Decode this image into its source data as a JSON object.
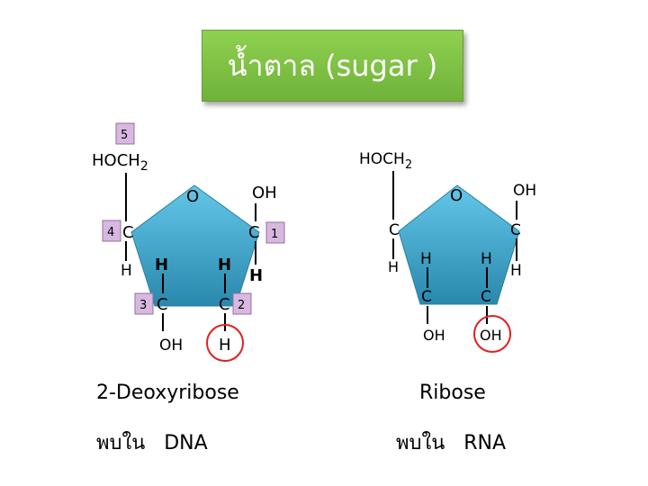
{
  "title": "น้ำตาล (sugar )",
  "deoxyribose": {
    "hoch2": "HOCH",
    "sub2": "2",
    "ring_o": "O",
    "c1": "C",
    "c2": "C",
    "c3": "C",
    "c4": "C",
    "oh_c1": "OH",
    "h_c1": "H",
    "h_c4": "H",
    "h_c3_top": "H",
    "h_c2_top": "H",
    "oh_c3": "OH",
    "h_c2_bottom": "H",
    "num5": "5",
    "num4": "4",
    "num1": "1",
    "num3": "3",
    "num2": "2",
    "name": "2-Deoxyribose",
    "found_in": "พบใน",
    "nucleic": "DNA"
  },
  "ribose": {
    "hoch2": "HOCH",
    "sub2": "2",
    "ring_o": "O",
    "c1": "C",
    "c2": "C",
    "c3": "C",
    "c4": "C",
    "oh_c1": "OH",
    "h_c1": "H",
    "h_c4": "H",
    "h_c3_top": "H",
    "h_c2_top": "H",
    "oh_c3": "OH",
    "oh_c2": "OH",
    "name": "Ribose",
    "found_in": "พบใน",
    "nucleic": "RNA"
  },
  "colors": {
    "ring_top": "#5fc4e6",
    "ring_bottom": "#2f8fb4",
    "highlight_circle": "#e02020",
    "number_box": "#d8b8e0",
    "title_bg": "#7cc142"
  }
}
